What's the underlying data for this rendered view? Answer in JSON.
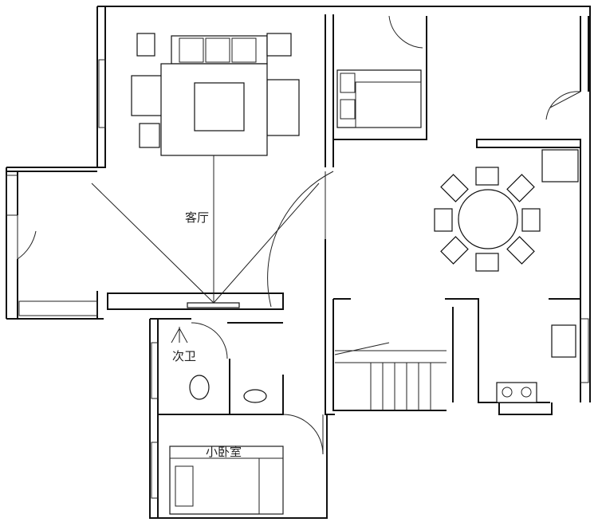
{
  "rooms": {
    "living_room": "客厅",
    "secondary_bathroom": "次卫",
    "small_bedroom": "小卧室"
  },
  "colors": {
    "line": "#111111",
    "background": "#ffffff"
  }
}
